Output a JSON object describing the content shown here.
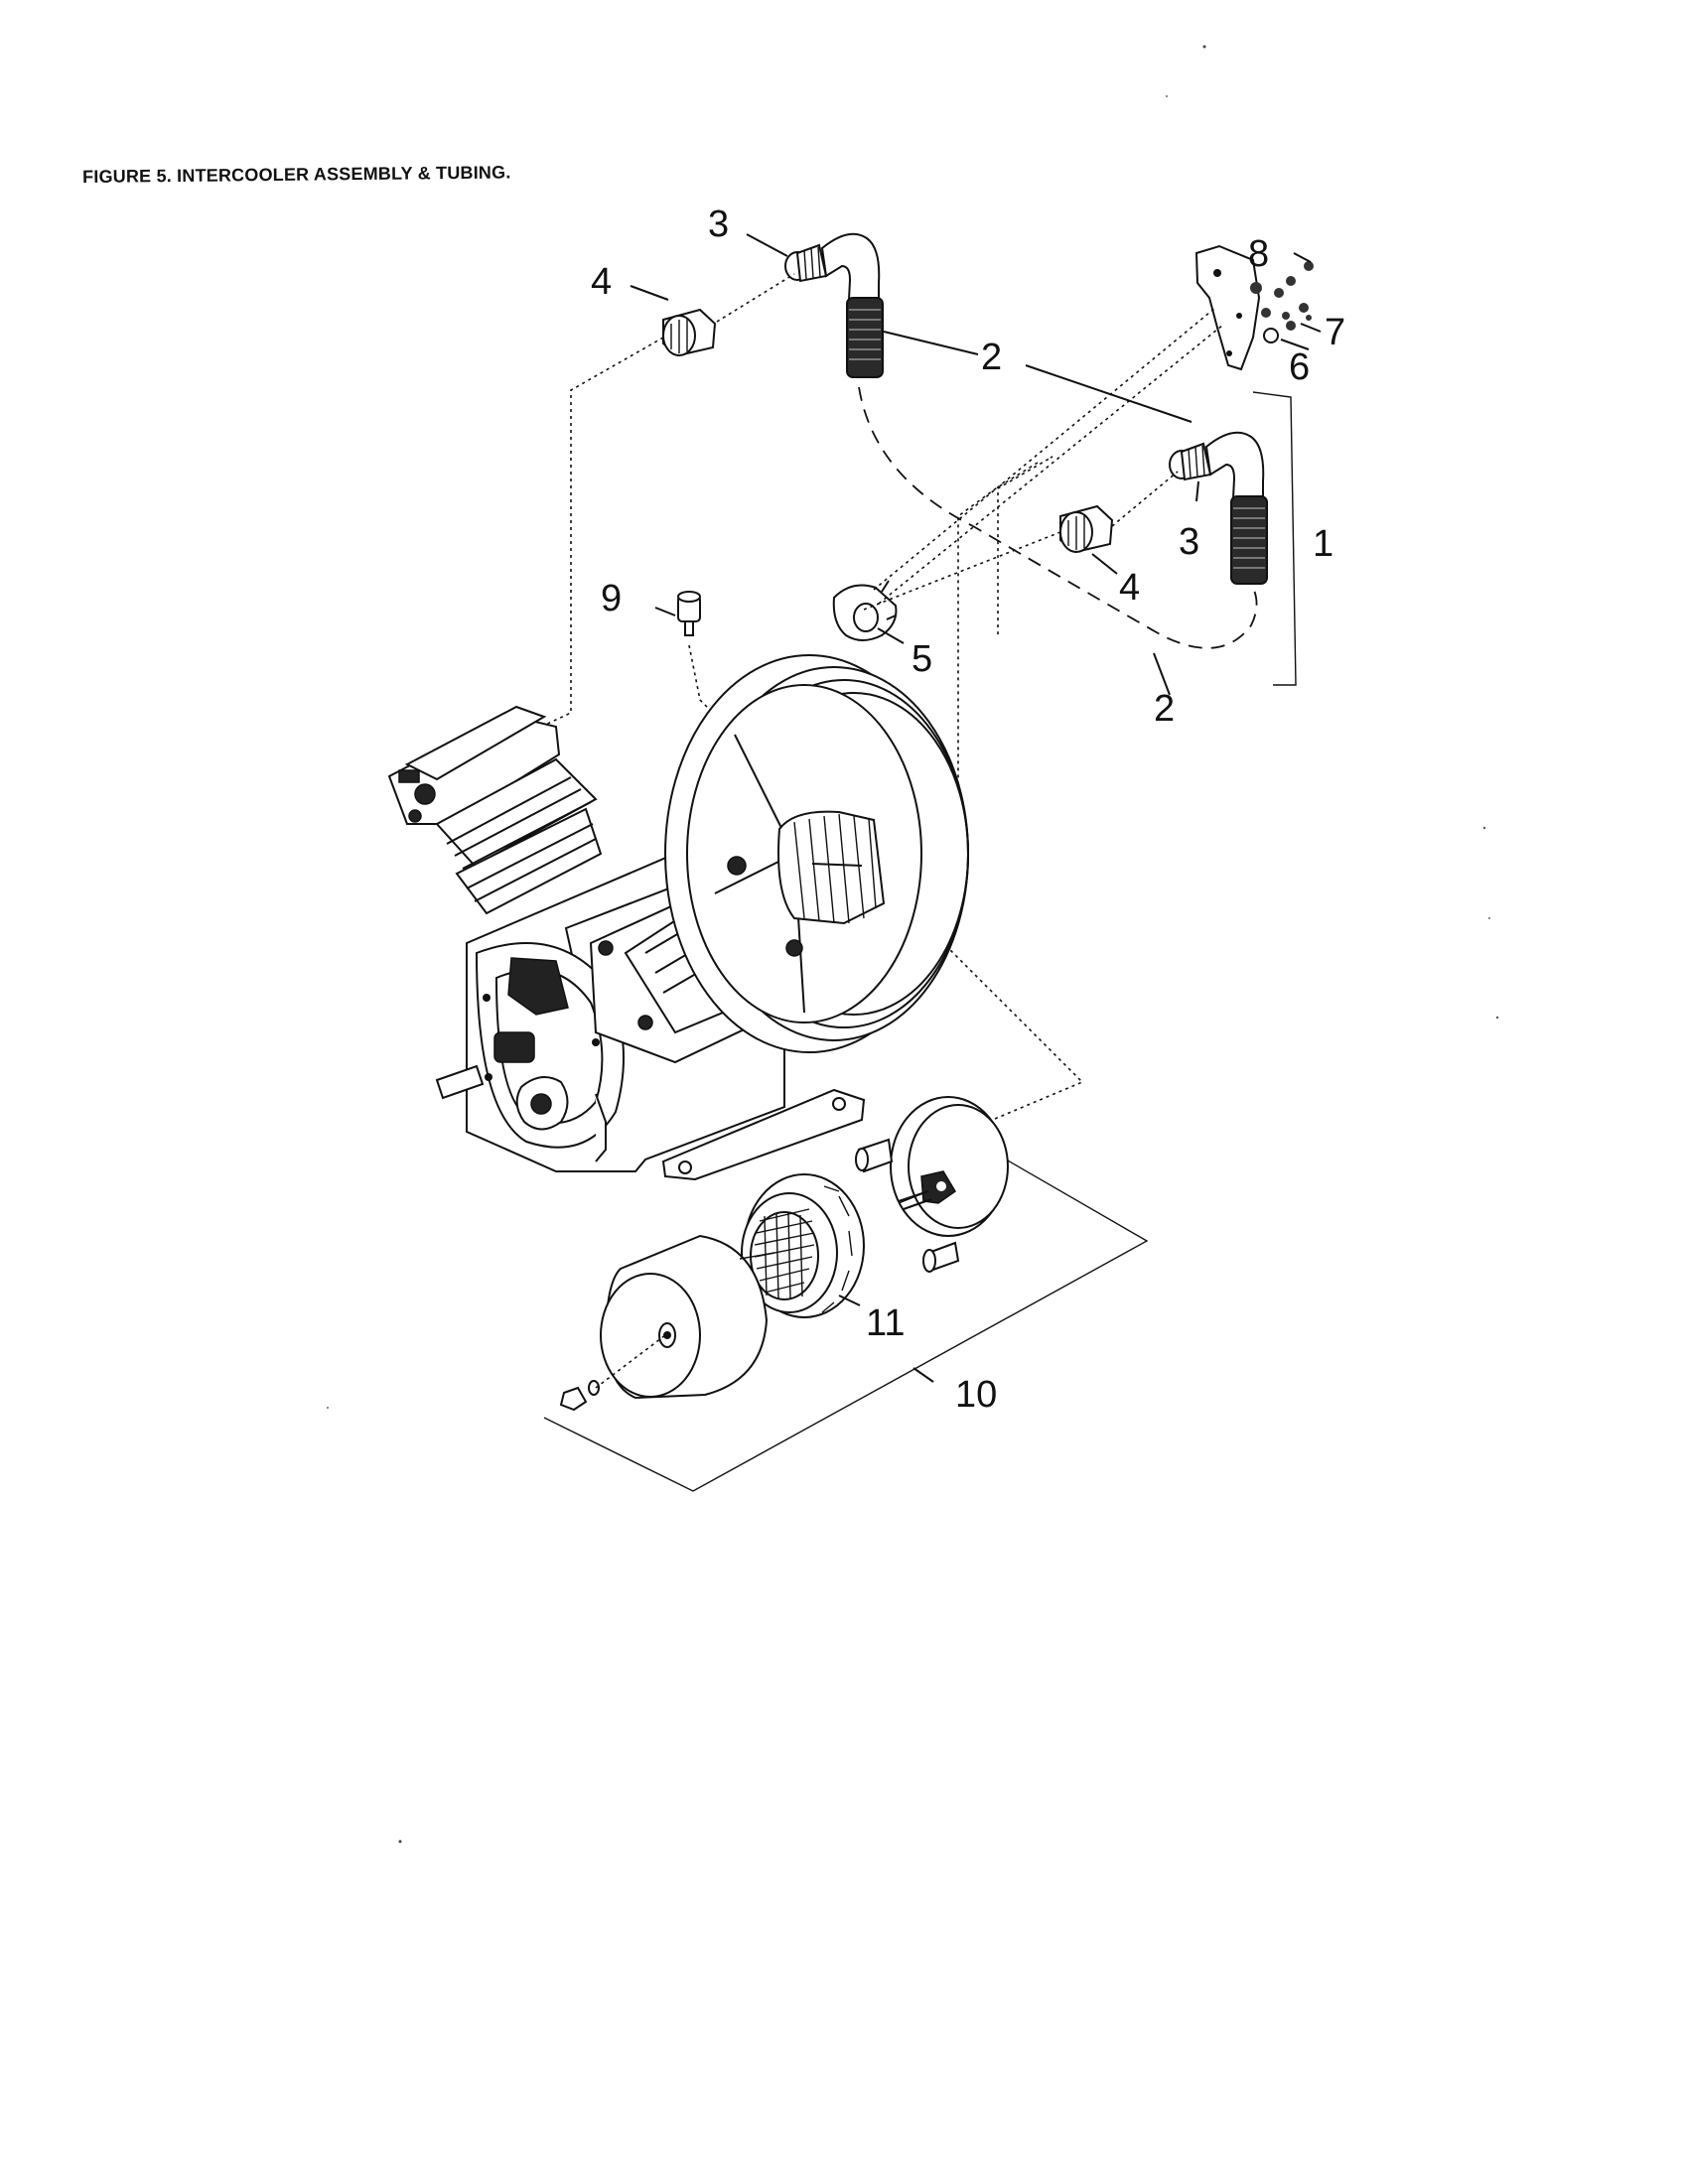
{
  "figure": {
    "title": "FIGURE 5. INTERCOOLER ASSEMBLY & TUBING."
  },
  "callouts": {
    "c1": "1",
    "c2a": "2",
    "c2b": "2",
    "c3a": "3",
    "c3b": "3",
    "c4a": "4",
    "c4b": "4",
    "c5": "5",
    "c6": "6",
    "c7": "7",
    "c8": "8",
    "c9": "9",
    "c10": "10",
    "c11": "11"
  }
}
